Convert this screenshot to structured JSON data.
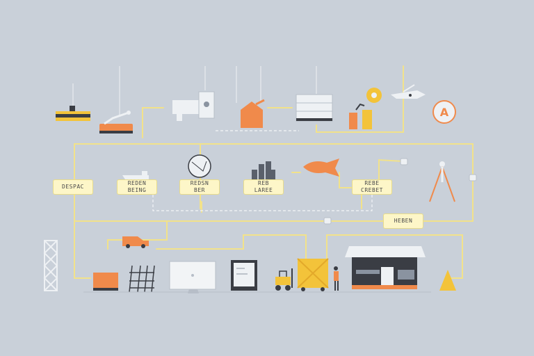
{
  "diagram": {
    "badge_letter": "A",
    "labels": {
      "label_1": "DESPAC",
      "label_2a": "REDEN",
      "label_2b": "BEING",
      "label_3a": "REDSN",
      "label_3b": "BER",
      "label_4a": "REB",
      "label_4b": "LAREE",
      "label_5a": "REBE",
      "label_5b": "CREBET",
      "label_6": "HEBEN"
    },
    "colors": {
      "background": "#c9d0d9",
      "connector": "#f2e28a",
      "accent_orange": "#f08a4b",
      "accent_yellow": "#f3c33a",
      "label_fill": "#fdf6c8",
      "dark": "#3a3d44"
    }
  }
}
